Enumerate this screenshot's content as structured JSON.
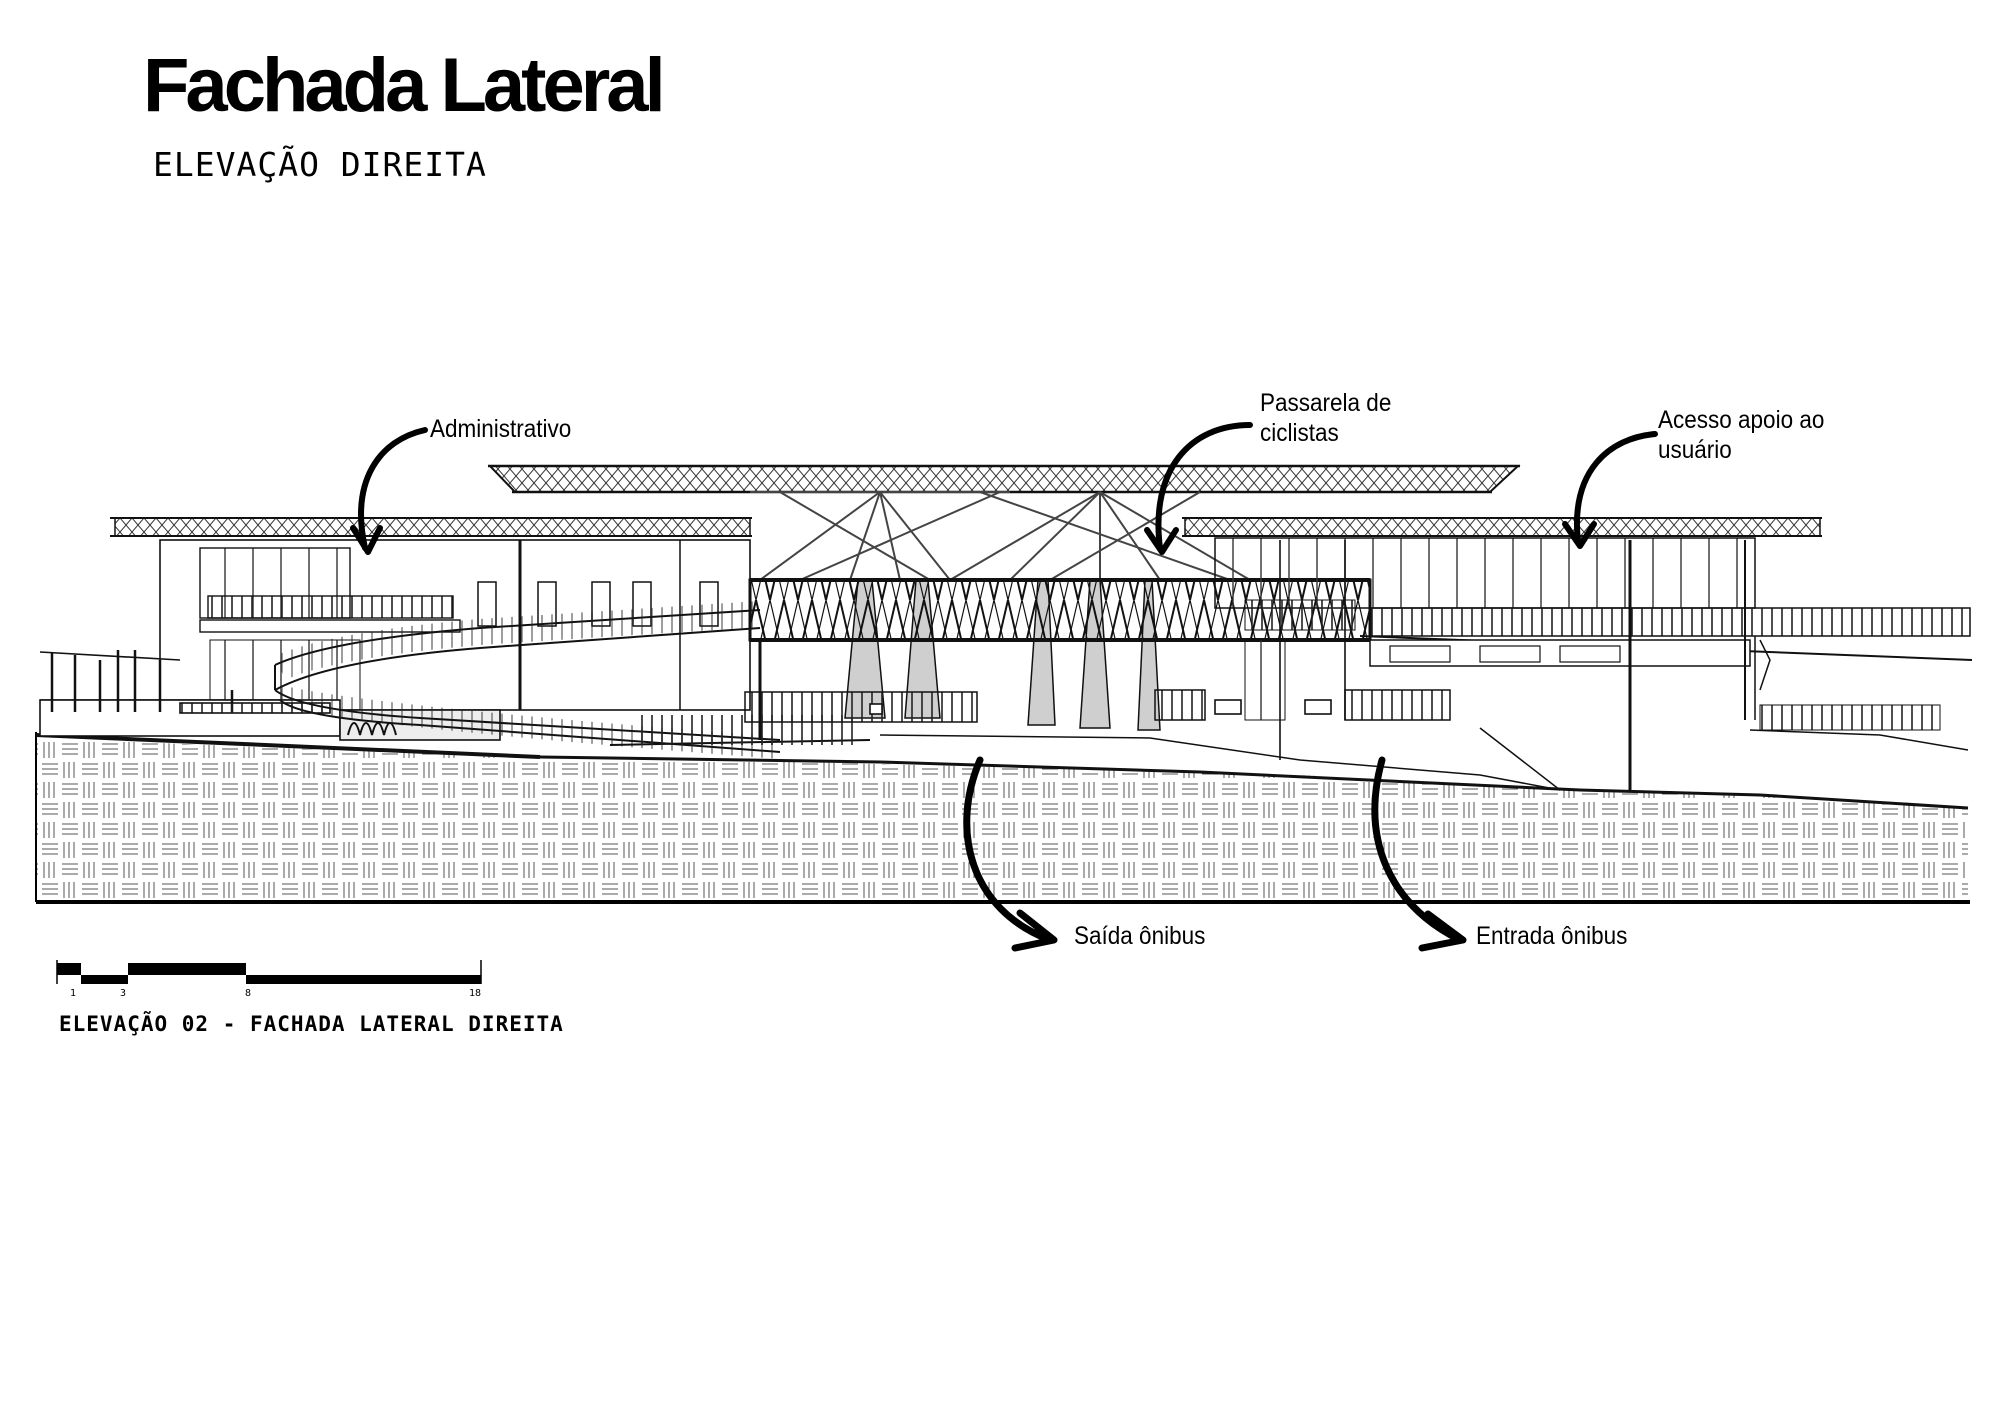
{
  "header": {
    "title": "Fachada Lateral",
    "subtitle": "ELEVAÇÃO DIREITA"
  },
  "callouts": {
    "administrativo": "Administrativo",
    "passarela_line1": "Passarela de",
    "passarela_line2": "ciclistas",
    "acesso_line1": "Acesso apoio ao",
    "acesso_line2": "usuário",
    "saida": "Saída ônibus",
    "entrada": "Entrada ônibus"
  },
  "scale_bar": {
    "ticks": [
      "1",
      "3",
      "8",
      "18"
    ]
  },
  "caption": "ELEVAÇÃO 02 - FACHADA LATERAL DIREITA",
  "colors": {
    "ink": "#000000",
    "line": "#222222",
    "paper": "#ffffff",
    "hatch_fill": "#f4f4f4",
    "column_fill": "#cfcfcf"
  }
}
